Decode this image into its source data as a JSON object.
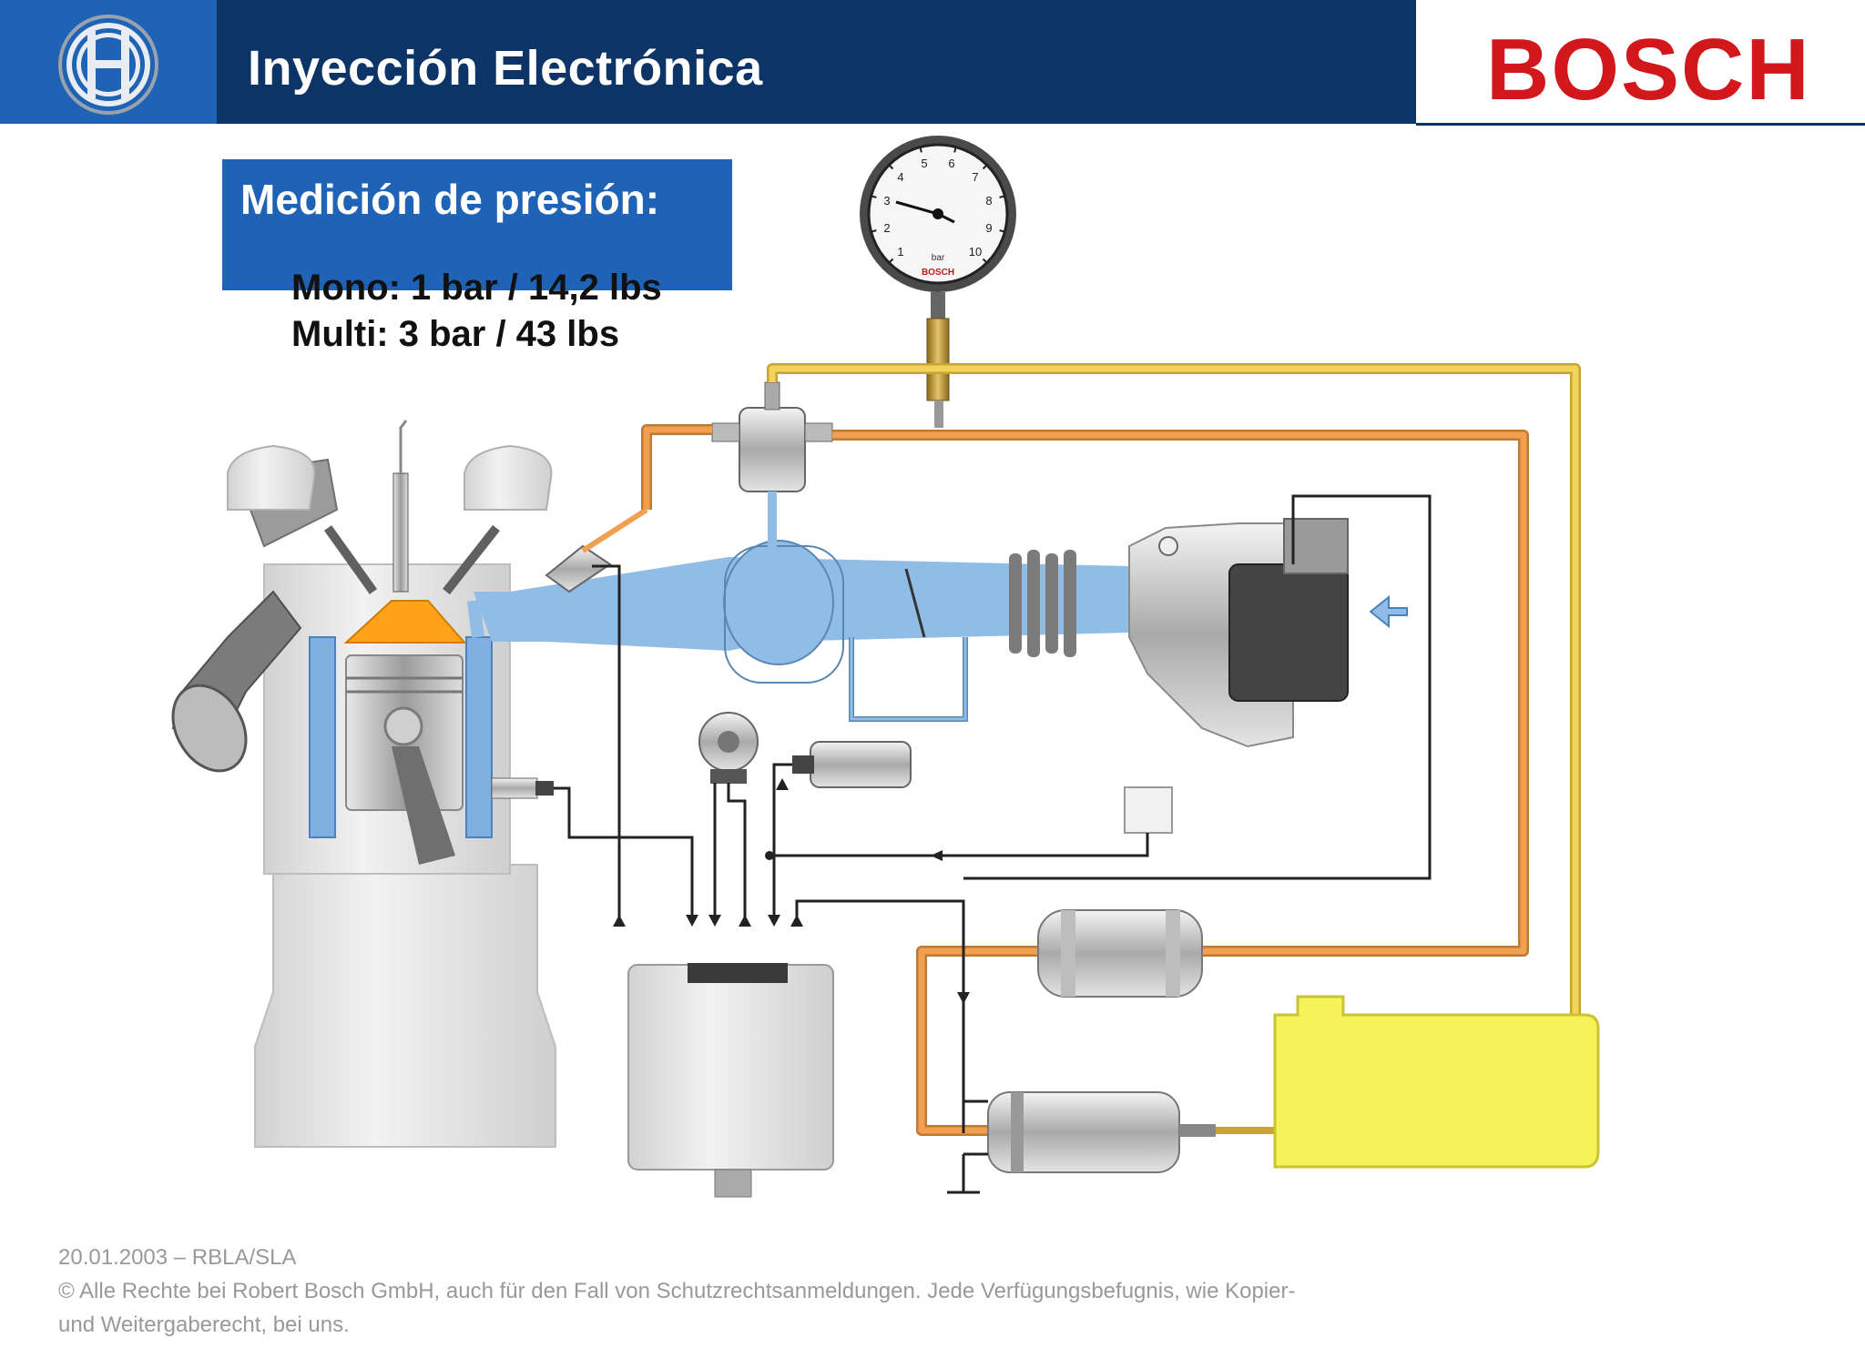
{
  "header": {
    "title": "Inyección Electrónica",
    "brand": "BOSCH"
  },
  "info": {
    "heading": "Medición de presión:",
    "line1": "Mono: 1 bar / 14,2 lbs",
    "line2": "Multi: 3 bar / 43 lbs"
  },
  "gauge": {
    "numbers": [
      "1",
      "2",
      "3",
      "4",
      "5",
      "6",
      "7",
      "8",
      "9",
      "10"
    ],
    "unit": "bar",
    "maker": "BOSCH"
  },
  "footer": {
    "date_line": "20.01.2003 – RBLA/SLA",
    "copyright_1": "© Alle Rechte bei Robert Bosch GmbH, auch für den Fall von Schutzrechtsanmeldungen. Jede Verfügungsbefugnis, wie Kopier-",
    "copyright_2": "und Weitergaberecht, bei uns."
  },
  "colors": {
    "header_blue": "#0c3466",
    "accent_blue": "#1f63b6",
    "brand_red": "#d2171d",
    "fuel_orange": "#f0a050",
    "return_yellow": "#f5d35a",
    "air_blue": "#8fbde6",
    "tank_yellow": "#f5f25a",
    "wire": "#222222"
  }
}
